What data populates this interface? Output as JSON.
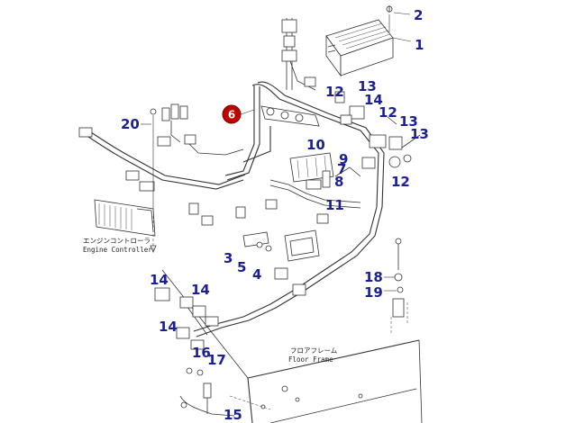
{
  "diagram": {
    "highlighted_part": "6",
    "callouts": {
      "c1": "1",
      "c2": "2",
      "c3": "3",
      "c4": "4",
      "c5": "5",
      "c6": "6",
      "c7": "7",
      "c8": "8",
      "c9": "9",
      "c10": "10",
      "c11": "11",
      "c12a": "12",
      "c12b": "12",
      "c12c": "12",
      "c13a": "13",
      "c13b": "13",
      "c13c": "13",
      "c14a": "14",
      "c14b": "14",
      "c14c": "14",
      "c14d": "14",
      "c15": "15",
      "c16": "16",
      "c17": "17",
      "c18": "18",
      "c19": "19",
      "c20": "20"
    },
    "labels": {
      "engine_controller_jp": "エンジンコントローラ",
      "engine_controller_en": "Engine Controller",
      "floor_frame_jp": "フロアフレーム",
      "floor_frame_en": "Floor Frame"
    }
  }
}
